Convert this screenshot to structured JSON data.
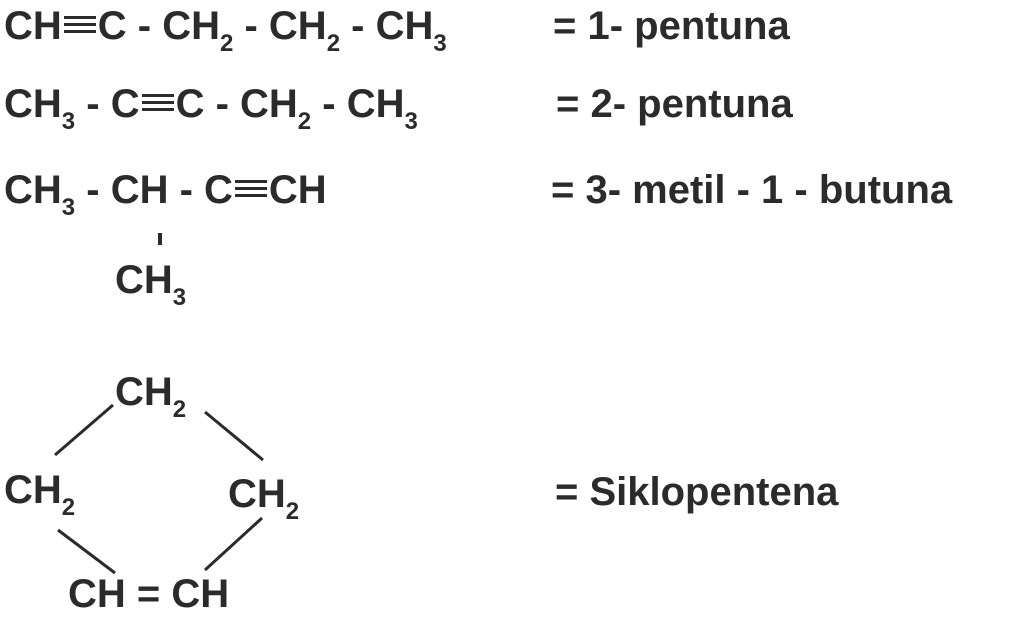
{
  "formulas": [
    {
      "parts": [
        {
          "t": "CH"
        },
        {
          "bond": "triple"
        },
        {
          "t": "C - CH"
        },
        {
          "sub": "2"
        },
        {
          "t": " - CH"
        },
        {
          "sub": "2"
        },
        {
          "t": " - CH"
        },
        {
          "sub": "3"
        }
      ],
      "name": "= 1- pentuna"
    },
    {
      "parts": [
        {
          "t": "CH"
        },
        {
          "sub": "3"
        },
        {
          "t": " - C"
        },
        {
          "bond": "triple"
        },
        {
          "t": "C - CH"
        },
        {
          "sub": "2"
        },
        {
          "t": " - CH"
        },
        {
          "sub": "3"
        }
      ],
      "name": "= 2- pentuna"
    },
    {
      "parts": [
        {
          "t": "CH"
        },
        {
          "sub": "3"
        },
        {
          "t": " - CH - C"
        },
        {
          "bond": "triple"
        },
        {
          "t": "CH"
        }
      ],
      "name": "= 3- metil - 1 - butuna"
    }
  ],
  "branch": {
    "main": "CH",
    "sub": "3"
  },
  "ring": {
    "top": {
      "main": "CH",
      "sub": "2"
    },
    "left": {
      "main": "CH",
      "sub": "2"
    },
    "right": {
      "main": "CH",
      "sub": "2"
    },
    "bottom": "CH = CH",
    "name": "= Siklopentena"
  }
}
